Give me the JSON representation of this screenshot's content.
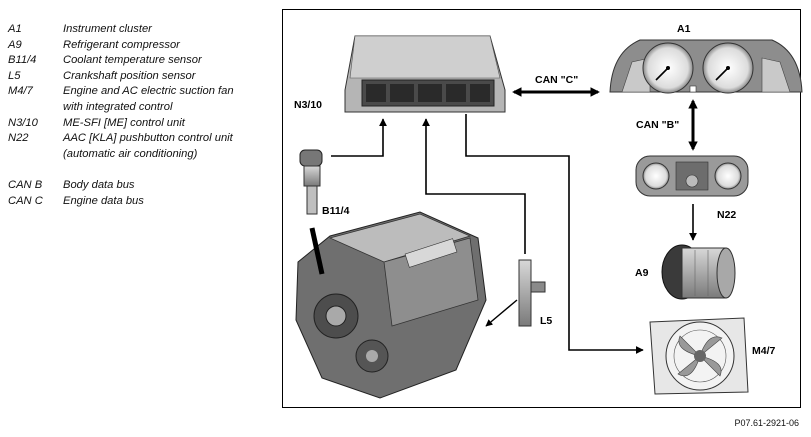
{
  "legend": {
    "items": [
      {
        "code": "A1",
        "desc": "Instrument cluster"
      },
      {
        "code": "A9",
        "desc": "Refrigerant compressor"
      },
      {
        "code": "B11/4",
        "desc": "Coolant temperature sensor"
      },
      {
        "code": "L5",
        "desc": "Crankshaft position sensor"
      },
      {
        "code": "M4/7",
        "desc": "Engine and AC electric suction fan with integrated control"
      },
      {
        "code": "N3/10",
        "desc": "ME-SFI [ME] control unit"
      },
      {
        "code": "N22",
        "desc": "AAC [KLA] pushbutton control unit (automatic air conditioning)"
      }
    ],
    "buses": [
      {
        "code": "CAN B",
        "desc": "Body data bus"
      },
      {
        "code": "CAN C",
        "desc": "Engine data bus"
      }
    ]
  },
  "diagram": {
    "labels": {
      "a1": "A1",
      "n310": "N3/10",
      "can_c": "CAN \"C\"",
      "can_b": "CAN \"B\"",
      "n22": "N22",
      "b114": "B11/4",
      "a9": "A9",
      "l5": "L5",
      "m47": "M4/7"
    }
  },
  "reference": "P07.61-2921-06",
  "colors": {
    "line": "#000000",
    "component": "#9a9a9a"
  }
}
